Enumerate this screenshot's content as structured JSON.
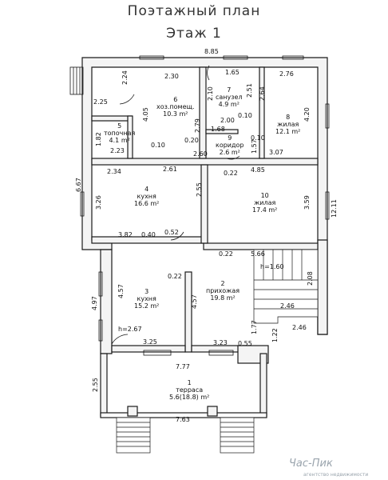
{
  "header": {
    "title": "Поэтажный план",
    "subtitle": "Этаж 1"
  },
  "rooms": [
    {
      "num": "1",
      "name": "терраса",
      "area": "5.6(18.8) m²"
    },
    {
      "num": "2",
      "name": "прихожая",
      "area": "19.8 m²"
    },
    {
      "num": "3",
      "name": "кухня",
      "area": "15.2 m²"
    },
    {
      "num": "4",
      "name": "кухня",
      "area": "16.6 m²"
    },
    {
      "num": "5",
      "name": "топочная",
      "area": "4.1 m²"
    },
    {
      "num": "6",
      "name": "хоз.помещ.",
      "area": "10.3 m²"
    },
    {
      "num": "7",
      "name": "санузел",
      "area": "4.9 m²"
    },
    {
      "num": "8",
      "name": "жилая",
      "area": "12.1 m²"
    },
    {
      "num": "9",
      "name": "коридор",
      "area": "2.6 m²"
    },
    {
      "num": "10",
      "name": "жилая",
      "area": "17.4 m²"
    }
  ],
  "dims": {
    "d885": "8.85",
    "d165": "1.65",
    "d276": "2.76",
    "d224": "2.24",
    "d230": "2.30",
    "d225": "2.25",
    "d405": "4.05",
    "d279": "2.79",
    "d210": "2.10",
    "d251": "2.51",
    "d264": "2.64",
    "d420": "4.20",
    "d200": "2.00",
    "d010a": "0.10",
    "d010b": "0.10",
    "d168": "1.68",
    "d182": "1.82",
    "d223": "2.23",
    "d010c": "0.10",
    "d020": "0.20",
    "d260": "2.60",
    "d157": "1.57",
    "d307": "3.07",
    "d667": "6.67",
    "d234": "2.34",
    "d261": "2.61",
    "d022a": "0.22",
    "d485": "4.85",
    "d326": "3.26",
    "d255": "2.55",
    "d359": "3.59",
    "d1211": "12.11",
    "d382": "3.82",
    "d040": "0.40",
    "d052": "0.52",
    "d022b": "0.22",
    "d566": "5.66",
    "dh160": "h=1.60",
    "d208": "2.08",
    "d022c": "0.22",
    "d457a": "4.57",
    "d457b": "4.57",
    "d497": "4.97",
    "d246a": "2.46",
    "d246b": "2.46",
    "dh267": "h=2.67",
    "d177": "1.77",
    "d325": "3.25",
    "d323": "3.23",
    "d055": "0.55",
    "d777": "7.77",
    "d255b": "2.55",
    "d763": "7.63",
    "d122": "1.22"
  },
  "watermark": {
    "brand": "Час-Пик",
    "sub": "агентство недвижимости"
  }
}
